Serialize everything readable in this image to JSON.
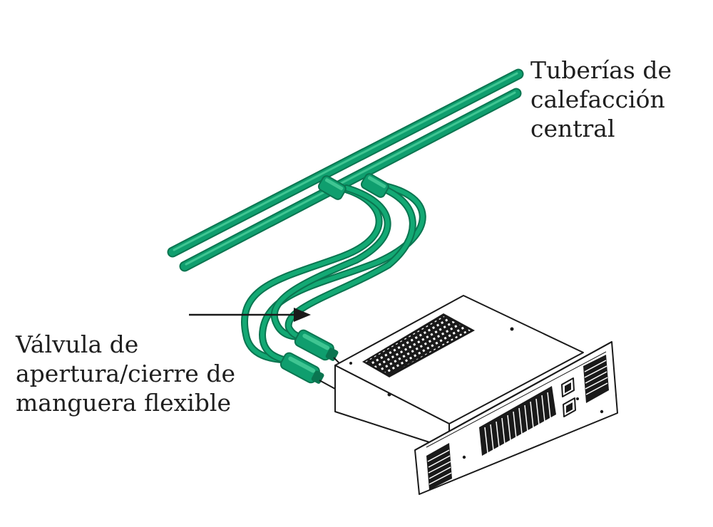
{
  "labels": {
    "pipes": [
      "Tuberías de",
      "calefacción",
      "central"
    ],
    "valve": [
      "Válvula de",
      "apertura/cierre de",
      "manguera flexible"
    ]
  },
  "colors": {
    "pipe": "#0f9e6e",
    "pipe_highlight": "#3fc592",
    "pipe_shadow": "#0a7550",
    "outline": "#1a1a1a",
    "panel": "#ffffff",
    "background": "#ffffff"
  }
}
